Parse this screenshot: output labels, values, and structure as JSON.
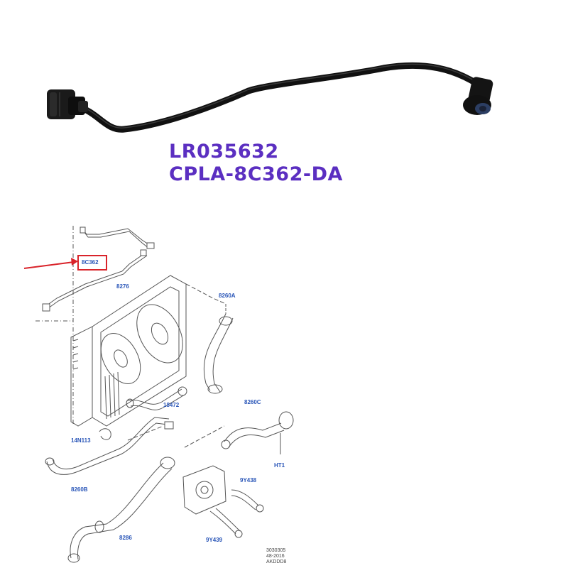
{
  "product": {
    "part_number_lr": "LR035632",
    "part_number_oem": "CPLA-8C362-DA"
  },
  "diagram": {
    "callouts": {
      "c_8c362": "8C362",
      "c_8276": "8276",
      "c_8260a": "8260A",
      "c_18472": "18472",
      "c_8260c": "8260C",
      "c_14n113": "14N113",
      "c_ht1": "HT1",
      "c_8260b": "8260B",
      "c_9y438": "9Y438",
      "c_8286": "8286",
      "c_9y439": "9Y439"
    },
    "highlighted_callout": "8C362",
    "reference_lines": [
      "3030305",
      "48-2016",
      "AKDDD8"
    ]
  },
  "colors": {
    "part_number": "#5b2fc1",
    "callout_text": "#2a56b8",
    "highlight_box": "#d9232a",
    "arrow": "#d9232a",
    "hose_photo": "#111111",
    "line_art": "#555555"
  }
}
